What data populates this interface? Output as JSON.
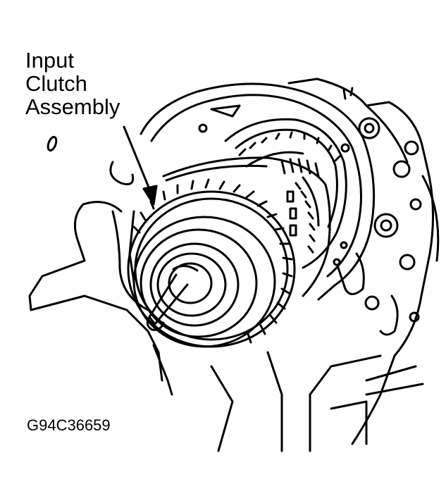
{
  "callout": {
    "lines": [
      "Input",
      "Clutch",
      "Assembly"
    ]
  },
  "figure_code": "G94C36659",
  "colors": {
    "ink": "#000000",
    "paper": "#ffffff"
  }
}
